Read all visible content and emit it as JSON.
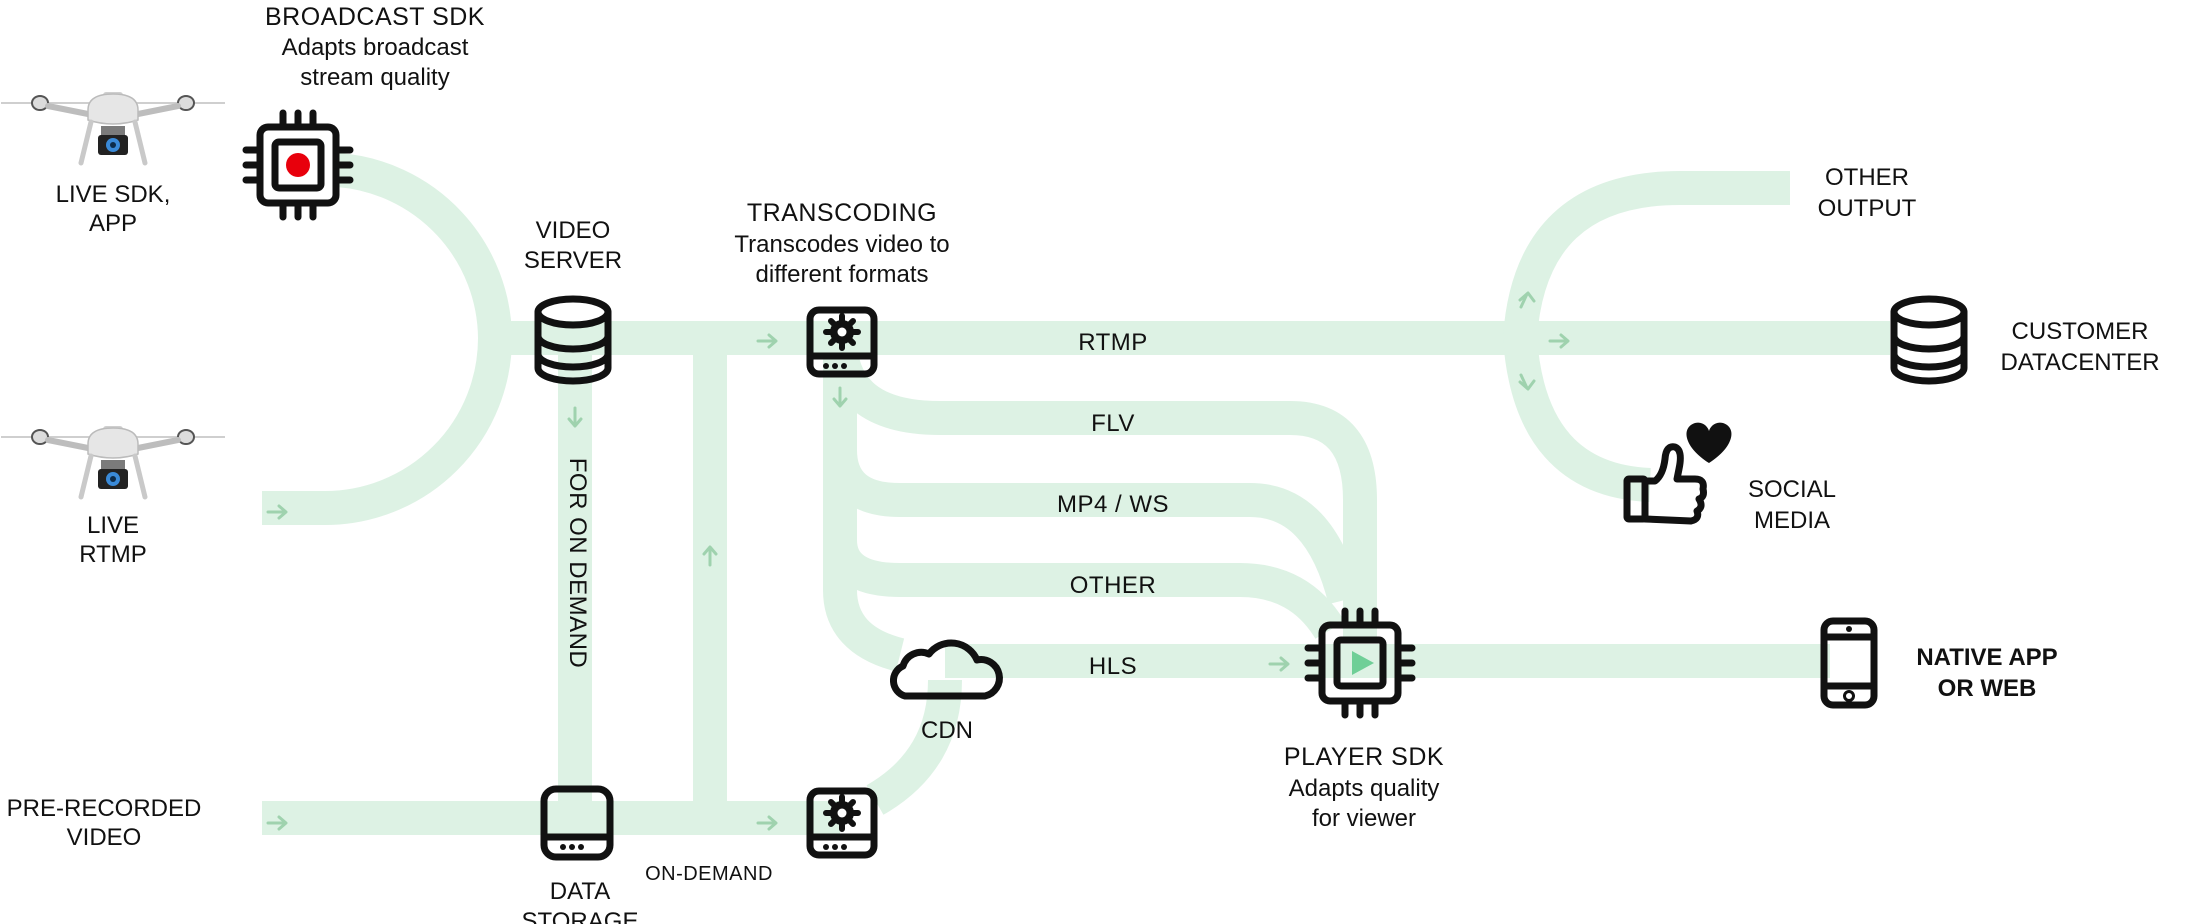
{
  "colors": {
    "flow": "#ddf2e4",
    "arrow": "#9fd2ae",
    "icon": "#111111",
    "record_dot": "#e8000c",
    "play_triangle": "#6fcf97",
    "drone_camera": "#3a8ad8"
  },
  "nodes": {
    "live_sdk_app": {
      "icon": "drone-icon",
      "line1": "LIVE SDK,",
      "line2": "APP"
    },
    "live_rtmp": {
      "icon": "drone-icon",
      "line1": "LIVE",
      "line2": "RTMP"
    },
    "pre_recorded": {
      "line1": "PRE-RECORDED",
      "line2": "VIDEO"
    },
    "broadcast_sdk": {
      "icon": "chip-record-icon",
      "title": "BROADCAST SDK",
      "desc1": "Adapts broadcast",
      "desc2": "stream quality"
    },
    "video_server": {
      "icon": "database-icon",
      "line1": "VIDEO",
      "line2": "SERVER"
    },
    "transcoding": {
      "icon": "server-gear-icon",
      "title": "TRANSCODING",
      "desc1": "Transcodes video to",
      "desc2": "different formats"
    },
    "data_storage": {
      "icon": "storage-drive-icon",
      "line1": "DATA",
      "line2": "STORAGE"
    },
    "on_demand_transcoder": {
      "icon": "server-gear-icon"
    },
    "cdn": {
      "icon": "cloud-icon",
      "label": "CDN"
    },
    "player_sdk": {
      "icon": "chip-play-icon",
      "title": "PLAYER SDK",
      "desc1": "Adapts quality",
      "desc2": "for viewer"
    },
    "other_output": {
      "line1": "OTHER",
      "line2": "OUTPUT"
    },
    "customer_datacenter": {
      "icon": "database-icon",
      "line1": "CUSTOMER",
      "line2": "DATACENTER"
    },
    "social_media": {
      "icon": "thumbs-up-heart-icon",
      "line1": "SOCIAL",
      "line2": "MEDIA"
    },
    "native_app": {
      "icon": "smartphone-icon",
      "line1": "NATIVE APP",
      "line2": "OR WEB"
    }
  },
  "edges": {
    "rtmp": "RTMP",
    "flv": "FLV",
    "mp4_ws": "MP4 / WS",
    "other": "OTHER",
    "hls": "HLS",
    "for_on_demand": "FOR ON DEMAND",
    "on_demand": "ON-DEMAND"
  }
}
